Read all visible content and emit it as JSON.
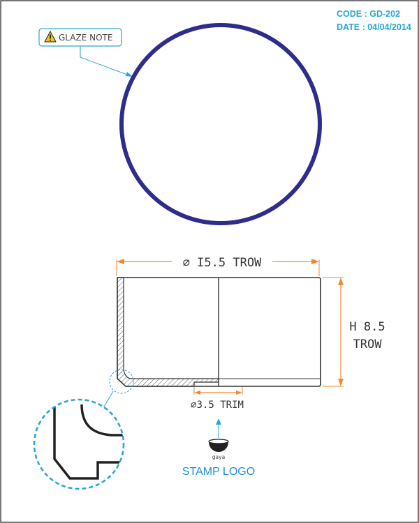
{
  "header": {
    "code": "CODE : GD-202",
    "date": "DATE : 04/04/2014"
  },
  "callout": {
    "label": "GLAZE NOTE",
    "icon": "warning-triangle-icon"
  },
  "dimensions": {
    "diameter": "∅ I5.5 TROW",
    "height_line1": "H  8.5",
    "height_line2": "TROW",
    "foot": "∅3.5 TRIM"
  },
  "stamp": {
    "brand": "gaya",
    "label": "STAMP LOGO",
    "icon": "bowl-stamp-icon"
  },
  "colors": {
    "frame": "#4a4a4a",
    "circle": "#2e2d8c",
    "dimension": "#f08a2c",
    "callout": "#2aa6d6",
    "header_text": "#2aa6d6",
    "stamp_text": "#1f8fd0",
    "warning": "#f5c518",
    "line": "#333333"
  }
}
